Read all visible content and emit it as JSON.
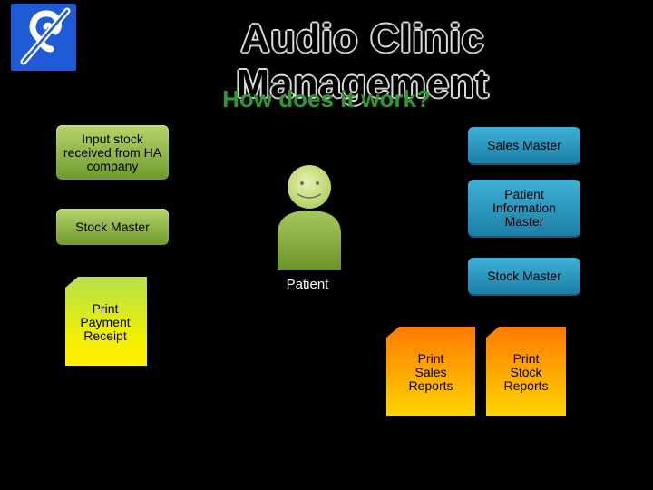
{
  "header": {
    "logo_icon": "hearing-accessibility-icon",
    "title": "Audio Clinic Management",
    "subtitle": "How does it work?"
  },
  "left_column": {
    "input_stock": "Input stock received from HA company",
    "stock_master": "Stock Master",
    "print_payment_receipt": "Print Payment Receipt"
  },
  "center": {
    "patient_icon": "person-smiley-icon",
    "patient_label": "Patient"
  },
  "right_column": {
    "sales_master": "Sales Master",
    "patient_information_master": "Patient Information Master",
    "stock_master": "Stock Master"
  },
  "reports": {
    "print_sales_reports": "Print Sales Reports",
    "print_stock_reports": "Print Stock Reports"
  },
  "colors": {
    "title_green": "#2e9a2e",
    "green_box": "#8fb548",
    "blue_box": "#2b9bc3",
    "note_yellow": "#f3f000",
    "note_orange": "#ff9a00"
  }
}
